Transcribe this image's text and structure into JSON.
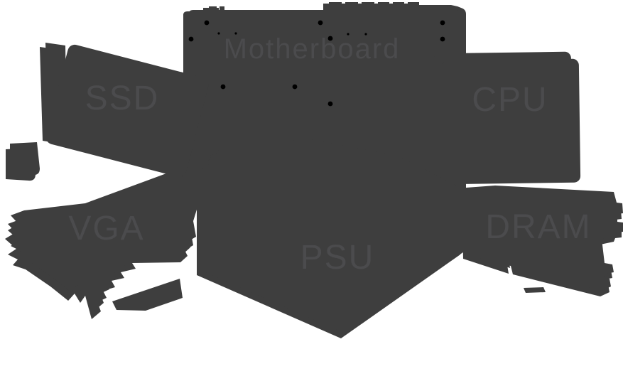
{
  "palette": {
    "background": "#ffffff",
    "part_fill": "#3e3e3e",
    "label_color": "#4b4b4d",
    "shadow_color": "#000000"
  },
  "components": [
    {
      "id": "motherboard",
      "label": "Motherboard"
    },
    {
      "id": "ssd",
      "label": "SSD"
    },
    {
      "id": "cpu",
      "label": "CPU"
    },
    {
      "id": "vga",
      "label": "VGA"
    },
    {
      "id": "psu",
      "label": "PSU"
    },
    {
      "id": "dram",
      "label": "DRAM"
    }
  ]
}
